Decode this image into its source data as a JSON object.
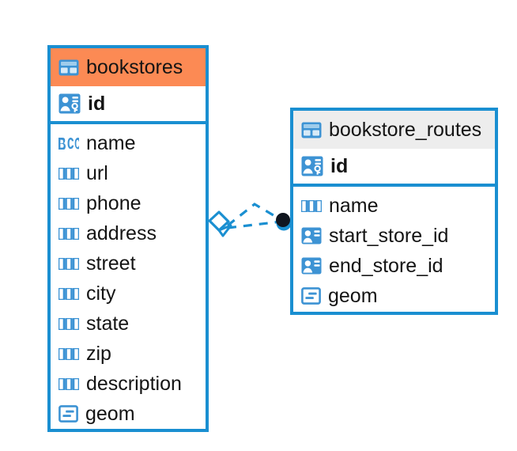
{
  "diagram": {
    "type": "entity-relationship-diagram",
    "colors": {
      "edge": "#1A8FD1",
      "accent_header": "#FC8A54",
      "neutral_header": "#EDEDED",
      "icon_blue": "#3D93D4",
      "connector": "#1A8FD1",
      "connector_dot": "#10151F",
      "text": "#141414",
      "background": "#FFFFFF"
    },
    "entities": [
      {
        "name": "bookstores",
        "header_style": "accent",
        "header_icon": "table-icon",
        "primary_key": {
          "label": "id",
          "icon": "primary-key-icon",
          "type": "key"
        },
        "fields": [
          {
            "label": "name",
            "icon": "text-abc-icon",
            "type": "text"
          },
          {
            "label": "url",
            "icon": "text-abc-icon",
            "type": "text"
          },
          {
            "label": "phone",
            "icon": "text-abc-icon",
            "type": "text"
          },
          {
            "label": "address",
            "icon": "text-abc-icon",
            "type": "text"
          },
          {
            "label": "street",
            "icon": "text-abc-icon",
            "type": "text"
          },
          {
            "label": "city",
            "icon": "text-abc-icon",
            "type": "text"
          },
          {
            "label": "state",
            "icon": "text-abc-icon",
            "type": "text"
          },
          {
            "label": "zip",
            "icon": "text-abc-icon",
            "type": "text"
          },
          {
            "label": "description",
            "icon": "text-abc-icon",
            "type": "text"
          },
          {
            "label": "geom",
            "icon": "geometry-icon",
            "type": "geometry"
          }
        ]
      },
      {
        "name": "bookstore_routes",
        "header_style": "neutral",
        "header_icon": "table-icon",
        "primary_key": {
          "label": "id",
          "icon": "primary-key-icon",
          "type": "key"
        },
        "fields": [
          {
            "label": "name",
            "icon": "text-abc-icon",
            "type": "text"
          },
          {
            "label": "start_store_id",
            "icon": "foreign-key-icon",
            "type": "reference"
          },
          {
            "label": "end_store_id",
            "icon": "foreign-key-icon",
            "type": "reference"
          },
          {
            "label": "geom",
            "icon": "geometry-icon",
            "type": "geometry"
          }
        ]
      }
    ],
    "relationship": {
      "style": "dashed",
      "source_marker": "hollow-diamond",
      "target_marker": "filled-dot",
      "source_entity": "bookstores",
      "target_entity": "bookstore_routes"
    }
  }
}
